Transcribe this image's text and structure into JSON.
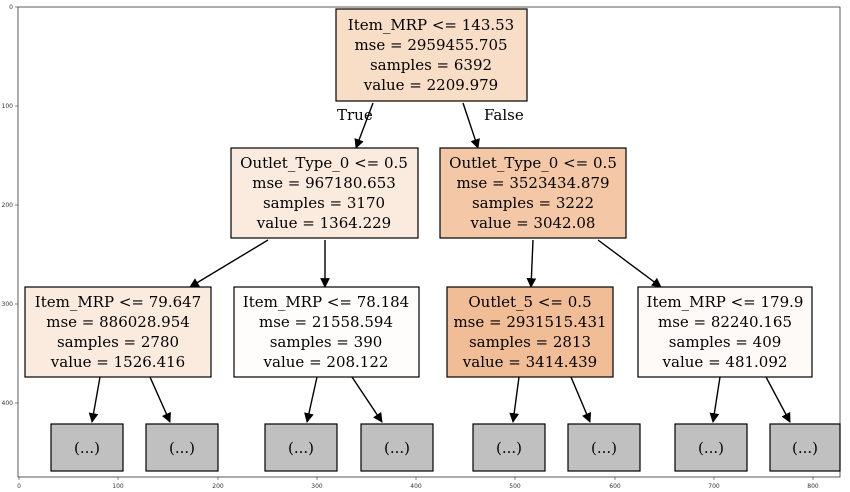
{
  "axes": {
    "x_ticks": [
      "0",
      "100",
      "200",
      "300",
      "400",
      "500",
      "600",
      "700",
      "800"
    ],
    "y_ticks": [
      "0",
      "100",
      "200",
      "300",
      "400"
    ]
  },
  "tree": {
    "edge_labels": {
      "true_label": "True",
      "false_label": "False"
    },
    "nodes": [
      {
        "id": "root",
        "fill": "#f8ddc7",
        "lines": [
          "Item_MRP <= 143.53",
          "mse = 2959455.705",
          "samples = 6392",
          "value = 2209.979"
        ]
      },
      {
        "id": "left",
        "fill": "#fbeade",
        "lines": [
          "Outlet_Type_0 <= 0.5",
          "mse = 967180.653",
          "samples = 3170",
          "value = 1364.229"
        ]
      },
      {
        "id": "right",
        "fill": "#f4c8a7",
        "lines": [
          "Outlet_Type_0 <= 0.5",
          "mse = 3523434.879",
          "samples = 3222",
          "value = 3042.08"
        ]
      },
      {
        "id": "ll",
        "fill": "#fbebdf",
        "lines": [
          "Item_MRP <= 79.647",
          "mse = 886028.954",
          "samples = 2780",
          "value = 1526.416"
        ]
      },
      {
        "id": "lr",
        "fill": "#fffdfb",
        "lines": [
          "Item_MRP <= 78.184",
          "mse = 21558.594",
          "samples = 390",
          "value = 208.122"
        ]
      },
      {
        "id": "rl",
        "fill": "#f1bd97",
        "lines": [
          "Outlet_5 <= 0.5",
          "mse = 2931515.431",
          "samples = 2813",
          "value = 3414.439"
        ]
      },
      {
        "id": "rr",
        "fill": "#fefaf7",
        "lines": [
          "Item_MRP <= 179.9",
          "mse = 82240.165",
          "samples = 409",
          "value = 481.092"
        ]
      }
    ],
    "truncated_label": "(...)",
    "truncated_fill": "#c0c0c0",
    "line_color": "#000000"
  }
}
